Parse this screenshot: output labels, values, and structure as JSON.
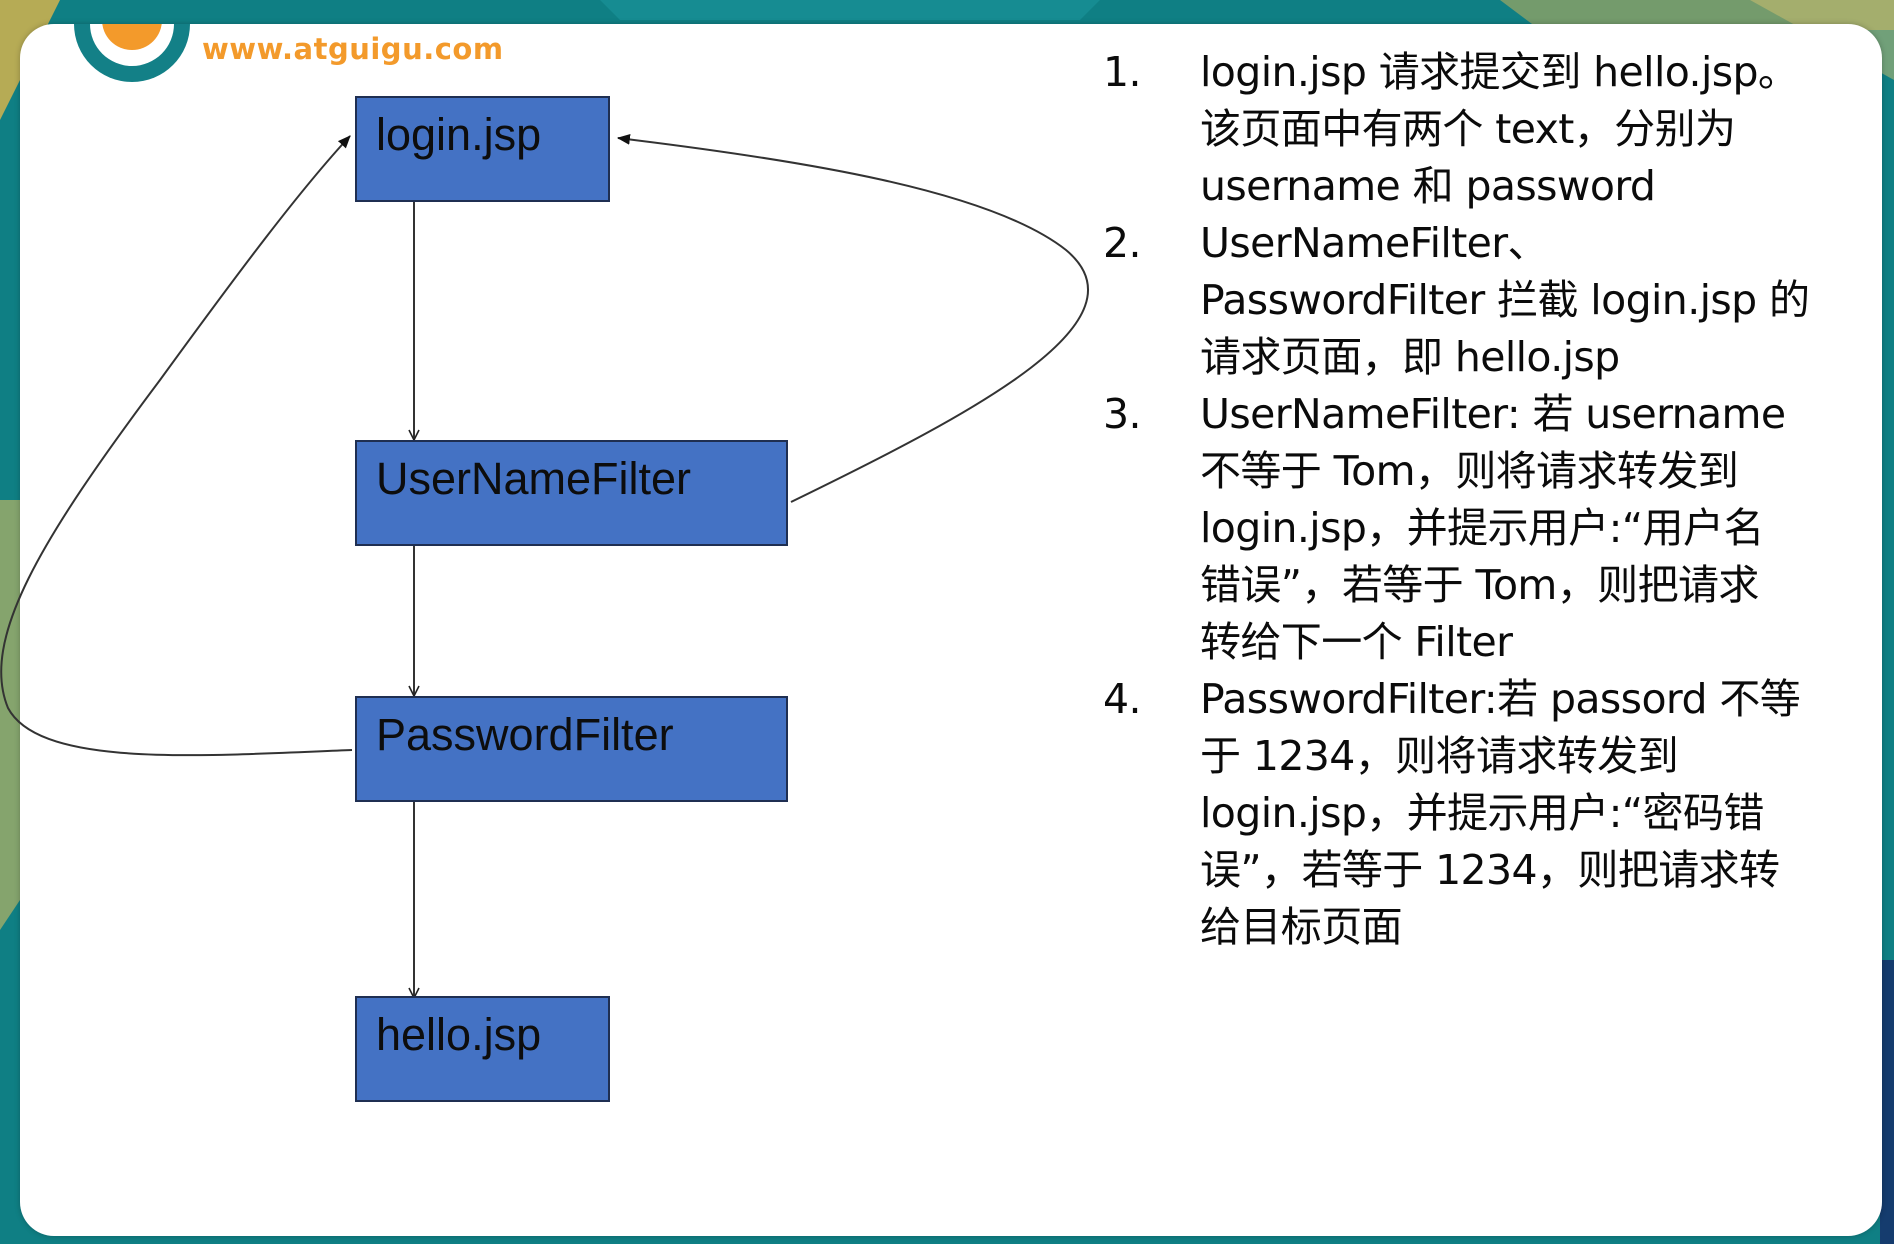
{
  "logo": {
    "url_text": "www.atguigu.com"
  },
  "nodes": {
    "login": "login.jsp",
    "username_filter": "UserNameFilter",
    "password_filter": "PasswordFilter",
    "hello": "hello.jsp"
  },
  "steps": [
    {
      "number": "1.",
      "lines": [
        "login.jsp 请求提交到 hello.jsp。",
        "该页面中有两个 text，分别为",
        "username 和 password"
      ]
    },
    {
      "number": "2.",
      "lines": [
        "UserNameFilter、",
        "PasswordFilter 拦截 login.jsp 的",
        "请求页面，即 hello.jsp"
      ]
    },
    {
      "number": "3.",
      "lines": [
        "UserNameFilter: 若 username",
        "不等于 Tom，则将请求转发到",
        "login.jsp，并提示用户:“用户名",
        "错误”，若等于 Tom，则把请求",
        "转给下一个 Filter"
      ]
    },
    {
      "number": "4.",
      "lines": [
        "PasswordFilter:若 passord 不等",
        "于 1234，则将请求转发到",
        "login.jsp，并提示用户:“密码错",
        "误”，若等于 1234，则把请求转",
        "给目标页面"
      ]
    }
  ],
  "colors": {
    "frame": "#0f7f84",
    "node_fill": "#4472c4",
    "logo_orange": "#f39a2b"
  }
}
